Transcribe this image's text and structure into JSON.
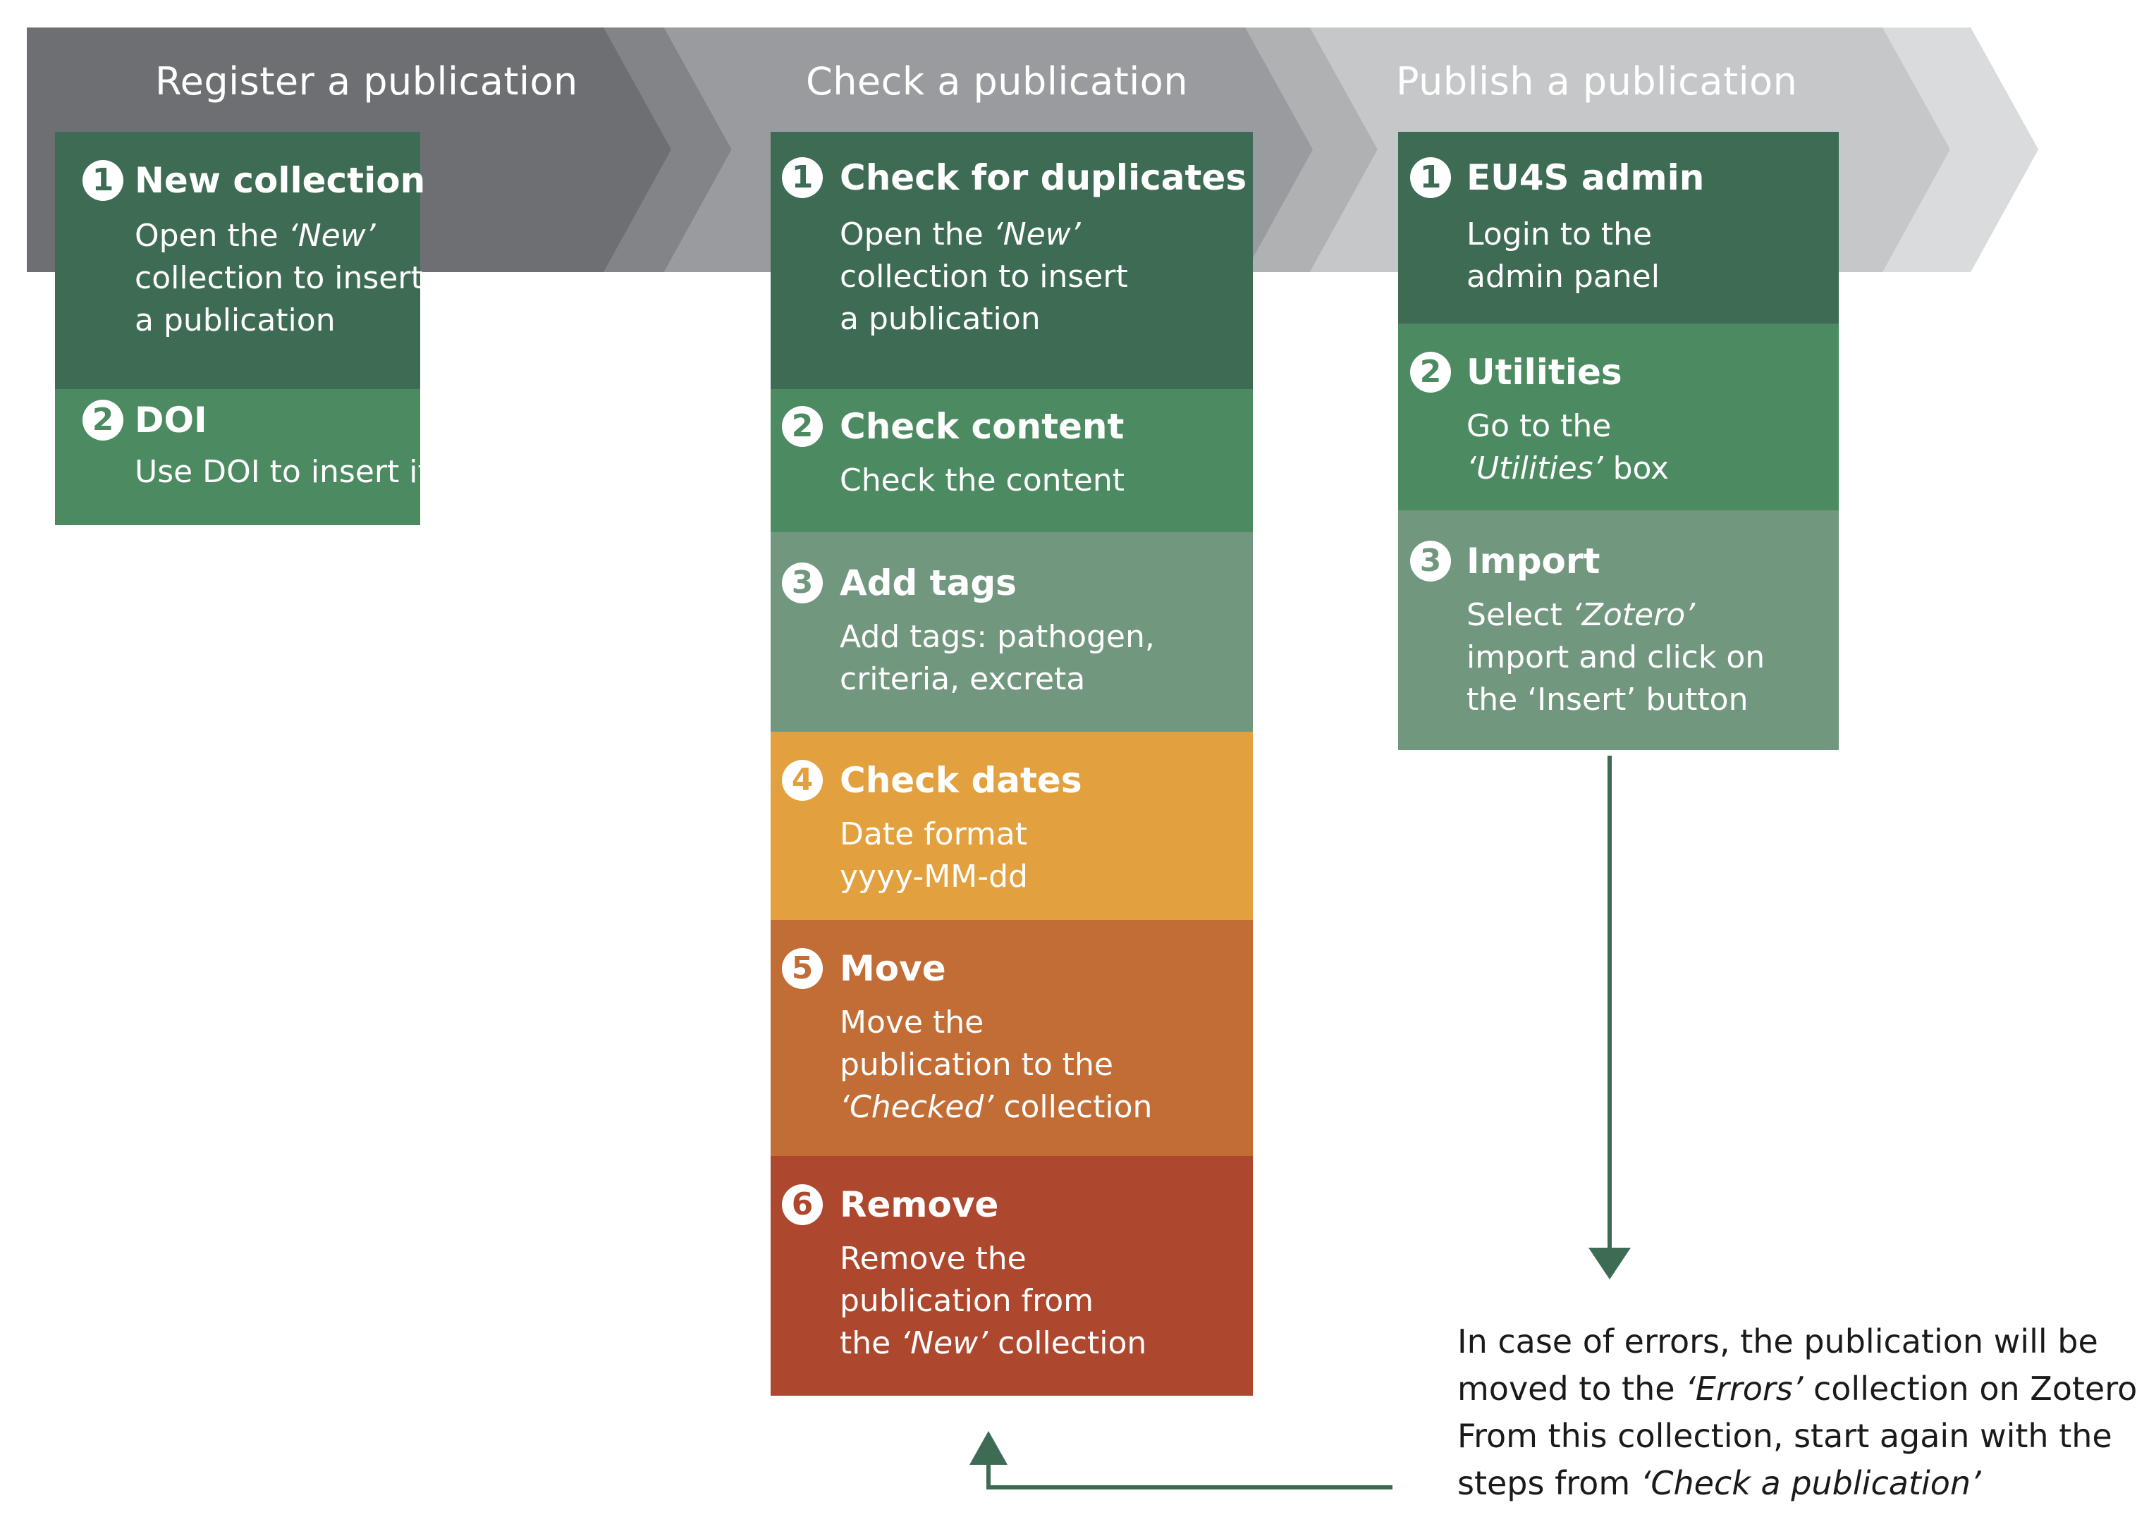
{
  "colors": {
    "phase1_band": "#6e6f73",
    "phase2_band": "#9a9b9e",
    "phase3_band": "#c6c7c9",
    "green_dark": "#3e6b53",
    "green_mid": "#4c8a61",
    "green_light": "#72977f",
    "orange_yellow": "#e3a03e",
    "orange": "#c26d35",
    "red": "#ad472d",
    "arrow": "#3e6b53"
  },
  "phases": [
    {
      "title": "Register a publication",
      "steps": [
        {
          "num": "1",
          "title": "New collection",
          "desc": [
            "Open the ",
            "‘New’",
            "collection to insert",
            "a publication"
          ]
        },
        {
          "num": "2",
          "title": "DOI",
          "desc": [
            "Use DOI to insert it"
          ]
        }
      ]
    },
    {
      "title": "Check a publication",
      "steps": [
        {
          "num": "1",
          "title": "Check for duplicates",
          "desc": [
            "Open the ",
            "‘New’",
            "collection to insert",
            "a publication"
          ]
        },
        {
          "num": "2",
          "title": "Check content",
          "desc": [
            "Check the content"
          ]
        },
        {
          "num": "3",
          "title": "Add tags",
          "desc": [
            "Add tags: pathogen,",
            "criteria, excreta"
          ]
        },
        {
          "num": "4",
          "title": "Check dates",
          "desc": [
            "Date format",
            "yyyy-MM-dd"
          ]
        },
        {
          "num": "5",
          "title": "Move",
          "desc": [
            "Move the",
            "publication to the",
            "‘Checked’",
            " collection"
          ]
        },
        {
          "num": "6",
          "title": "Remove",
          "desc": [
            "Remove the",
            "publication from",
            "the ",
            "‘New’",
            " collection"
          ]
        }
      ]
    },
    {
      "title": "Publish a publication",
      "steps": [
        {
          "num": "1",
          "title": "EU4S admin",
          "desc": [
            "Login to the",
            "admin panel"
          ]
        },
        {
          "num": "2",
          "title": "Utilities",
          "desc": [
            "Go to the",
            "‘Utilities’",
            " box"
          ]
        },
        {
          "num": "3",
          "title": "Import",
          "desc": [
            "Select ",
            "‘Zotero’",
            "import and click on",
            "the ‘Insert’ button"
          ]
        }
      ]
    }
  ],
  "note": {
    "parts": [
      "In case of errors, the publication will be",
      "moved to the ",
      "‘Errors’",
      " collection on Zotero.",
      "From this collection, start again with the",
      "steps from ",
      "‘Check a publication’"
    ]
  }
}
